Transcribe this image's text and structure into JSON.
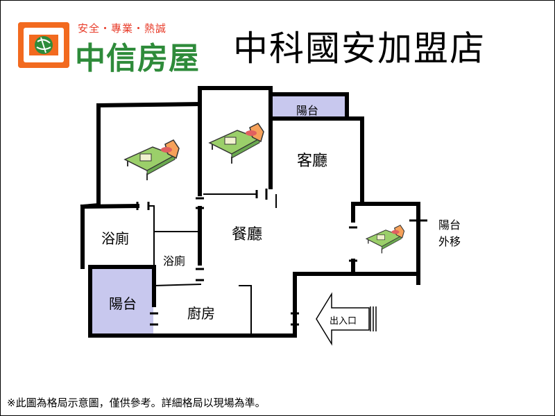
{
  "logo": {
    "slogan": "安全・專業・熱誠",
    "brand": "中信房屋",
    "brand_color": "#2e8b3a",
    "accent_color": "#f26a1f"
  },
  "title": "中科國安加盟店",
  "rooms": {
    "balcony_top": "陽台",
    "living_room": "客廳",
    "dining_room": "餐廳",
    "bath_1": "浴廁",
    "bath_2": "浴廁",
    "balcony_left": "陽台",
    "kitchen": "廚房",
    "balcony_moved_line1": "陽台",
    "balcony_moved_line2": "外移",
    "entrance": "出入口"
  },
  "icons": [
    "bed-icon",
    "bed-icon",
    "bed-icon",
    "entrance-arrow-icon"
  ],
  "colors": {
    "balcony_fill": "#c8c8ee",
    "wall": "#000000"
  },
  "footer_note": "※此圖為格局示意圖，僅供參考。詳細格局以現場為準。"
}
